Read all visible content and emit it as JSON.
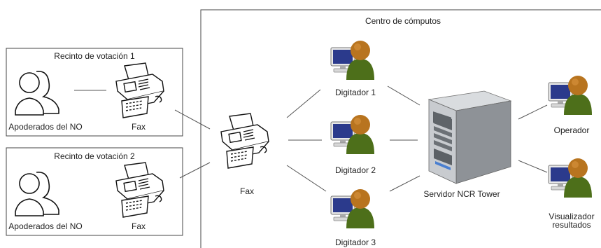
{
  "center": {
    "title": "Centro de cómputos"
  },
  "precinct1": {
    "title": "Recinto de votación 1",
    "people_label": "Apoderados del NO",
    "fax_label": "Fax"
  },
  "precinct2": {
    "title": "Recinto de votación 2",
    "people_label": "Apoderados del NO",
    "fax_label": "Fax"
  },
  "central_fax": {
    "label": "Fax"
  },
  "digitizers": [
    {
      "label": "Digitador 1"
    },
    {
      "label": "Digitador 2"
    },
    {
      "label": "Digitador 3"
    }
  ],
  "server": {
    "label": "Servidor NCR Tower"
  },
  "operator": {
    "label": "Operador"
  },
  "viewer": {
    "label_line1": "Visualizador",
    "label_line2": "resultados"
  },
  "colors": {
    "person": "#9a5a17",
    "person_body": "#4d6f1a",
    "screen": "#2b3a8c",
    "server": "#b5b8bc",
    "line": "#555555"
  },
  "icons": [
    "people-outline-icon",
    "fax-machine-icon",
    "workstation-user-icon",
    "server-tower-icon"
  ]
}
